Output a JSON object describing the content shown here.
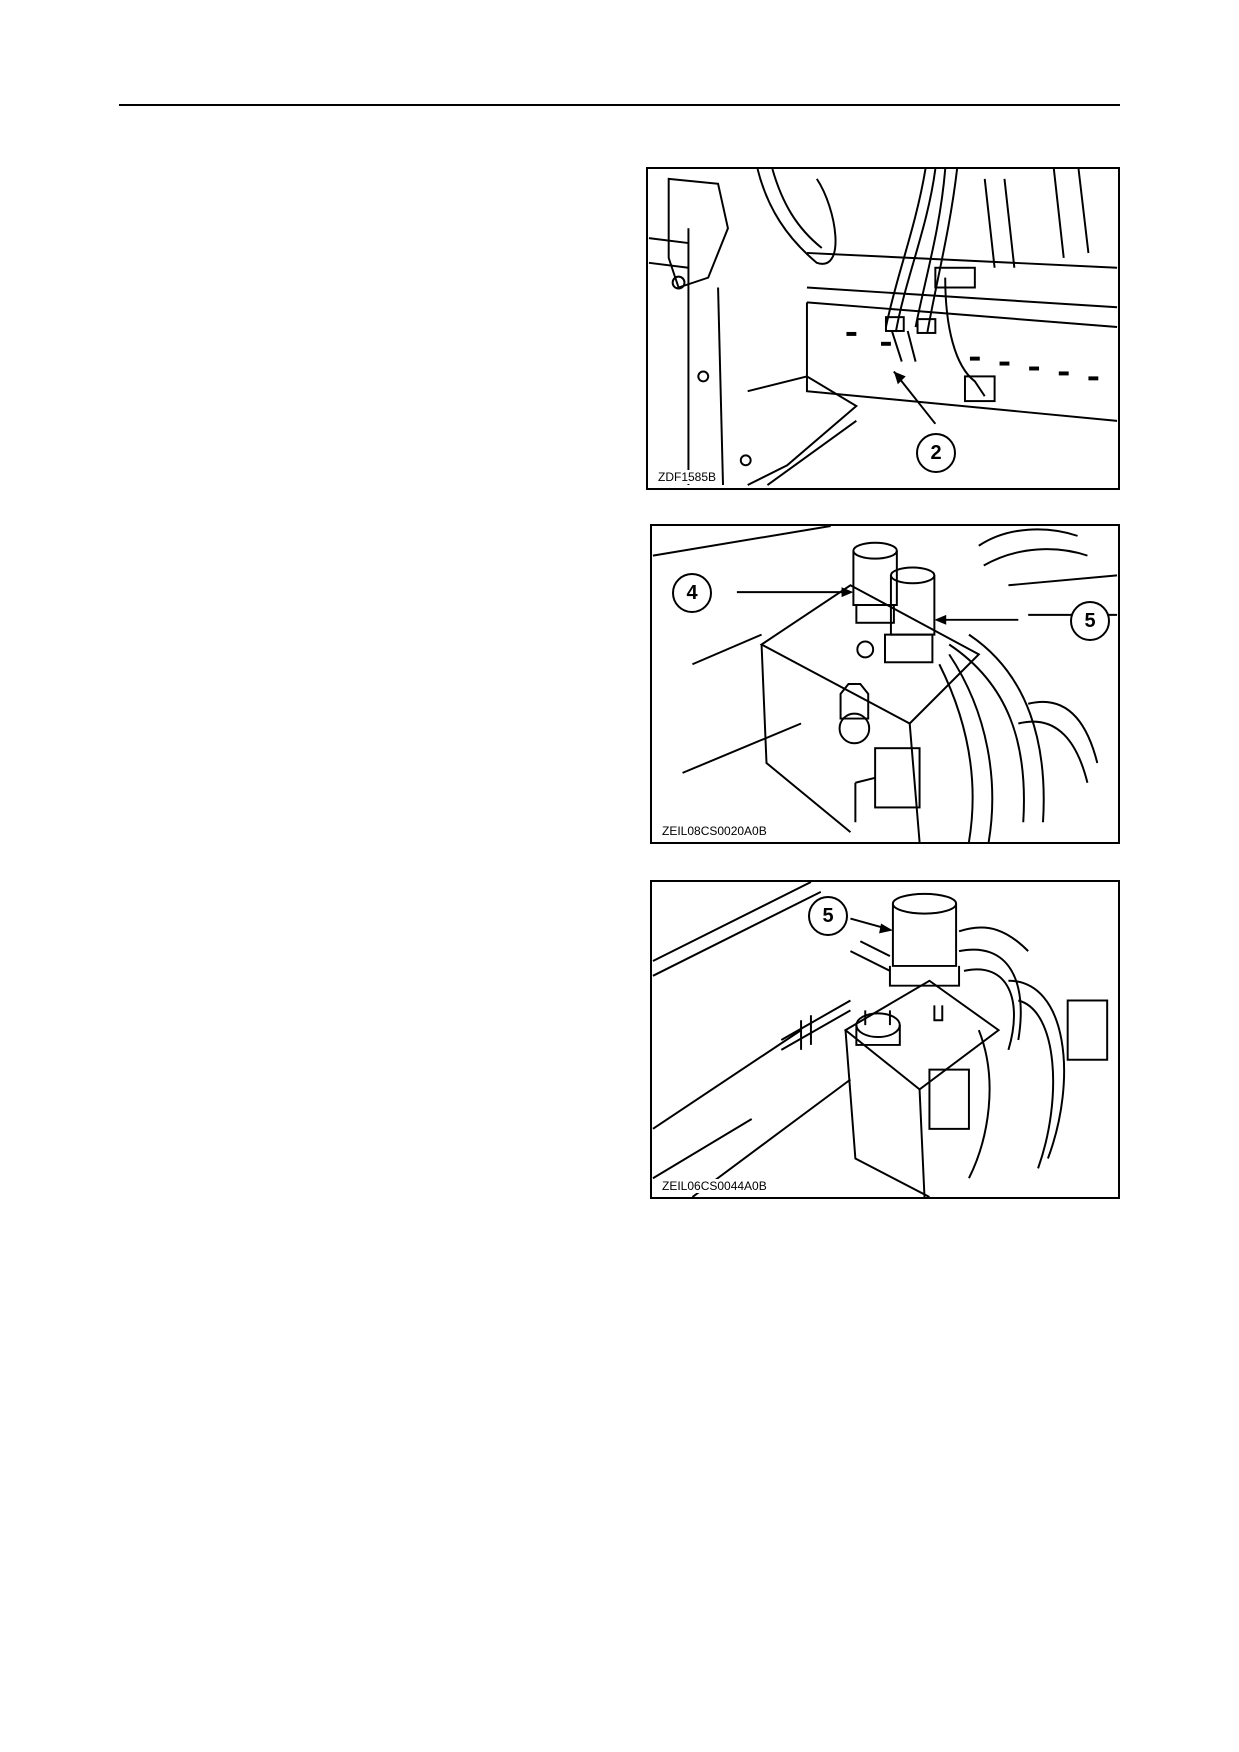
{
  "figures": [
    {
      "code": "ZDF1585B",
      "callouts": [
        "2"
      ]
    },
    {
      "code": "ZEIL08CS0020A0B",
      "callouts": [
        "4",
        "5"
      ]
    },
    {
      "code": "ZEIL06CS0044A0B",
      "callouts": [
        "5"
      ]
    }
  ]
}
